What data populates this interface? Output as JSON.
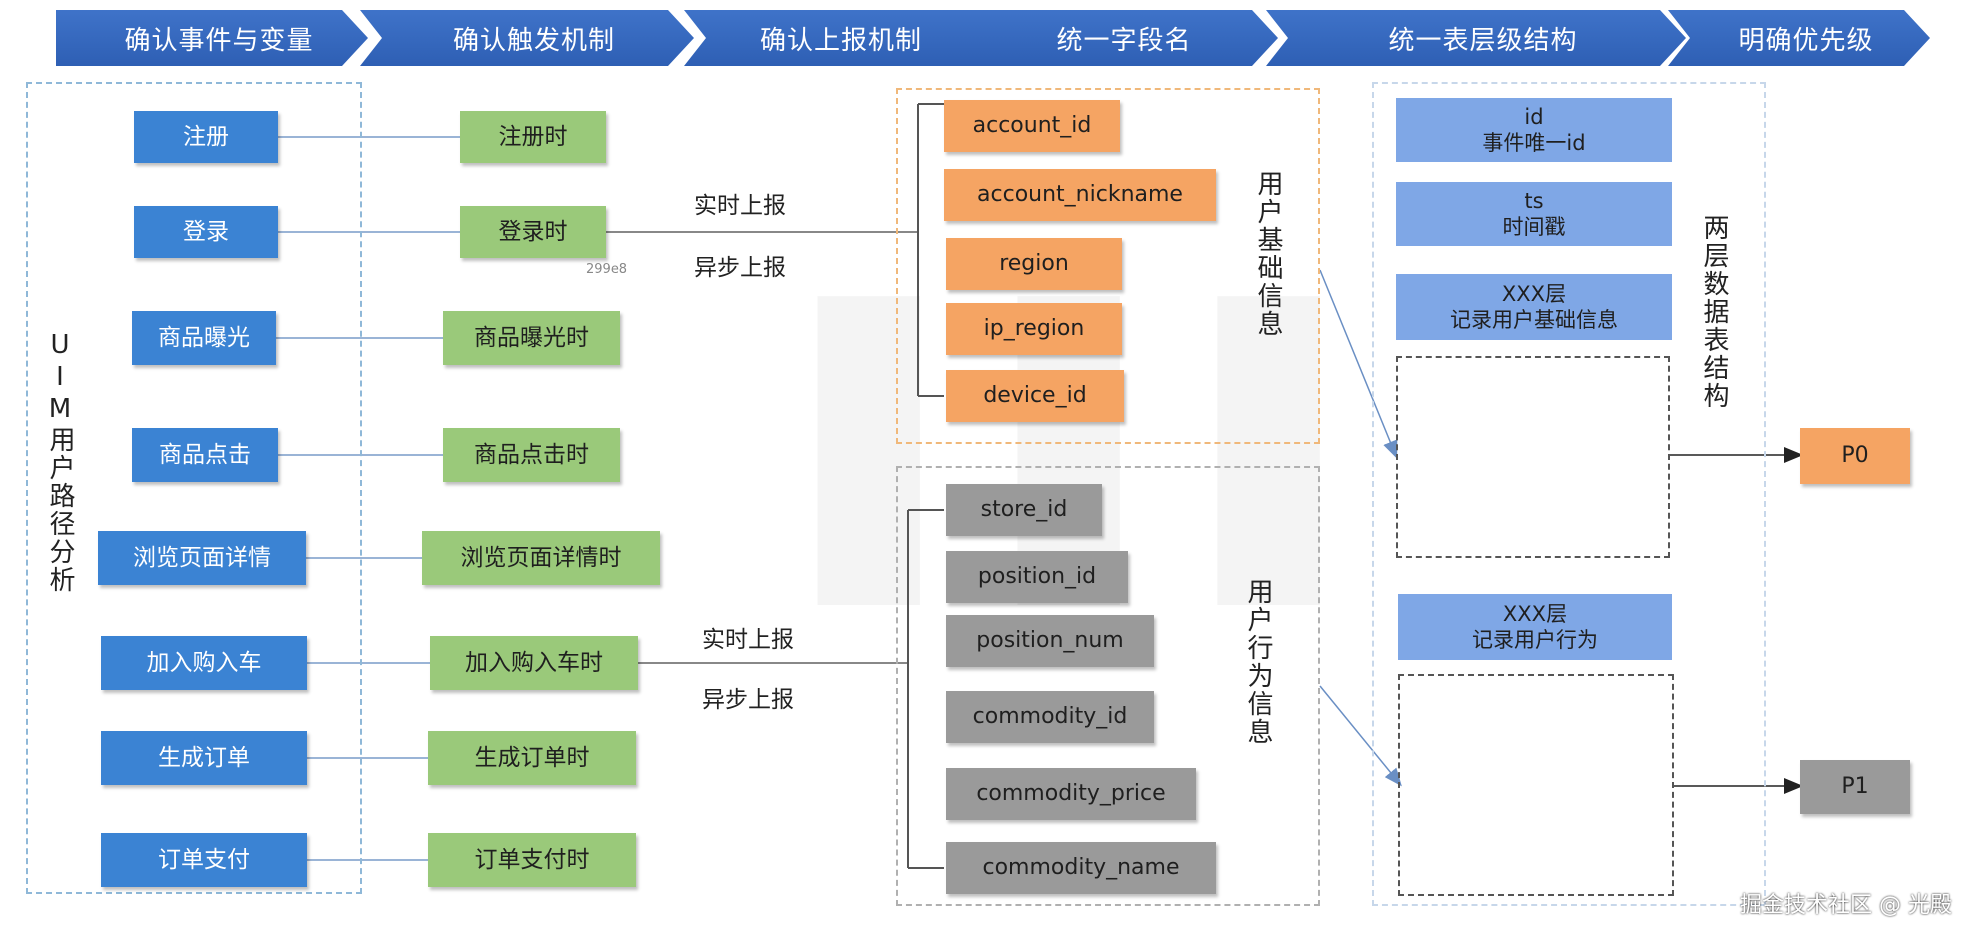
{
  "steps": [
    "确认事件与变量",
    "确认触发机制",
    "确认上报机制",
    "统一字段名",
    "统一表层级结构",
    "明确优先级"
  ],
  "uim_label": "UIM用户路径分析",
  "events": [
    "注册",
    "登录",
    "商品曝光",
    "商品点击",
    "浏览页面详情",
    "加入购入车",
    "生成订单",
    "订单支付"
  ],
  "triggers": [
    "注册时",
    "登录时",
    "商品曝光时",
    "商品点击时",
    "浏览页面详情时",
    "加入购入车时",
    "生成订单时",
    "订单支付时"
  ],
  "report_upper": {
    "realtime": "实时上报",
    "async": "异步上报"
  },
  "report_lower": {
    "realtime": "实时上报",
    "async": "异步上报"
  },
  "small_tag": "299e8",
  "user_basic": {
    "label": "用户基础信息",
    "fields": [
      "account_id",
      "account_nickname",
      "region",
      "ip_region",
      "device_id"
    ]
  },
  "user_behavior": {
    "label": "用户行为信息",
    "fields": [
      "store_id",
      "position_id",
      "position_num",
      "commodity_id",
      "commodity_price",
      "commodity_name"
    ]
  },
  "table_structure": {
    "label": "两层数据表结构",
    "blocks": [
      {
        "line1": "id",
        "line2": "事件唯一id"
      },
      {
        "line1": "ts",
        "line2": "时间戳"
      },
      {
        "line1": "XXX层",
        "line2": "记录用户基础信息"
      },
      {
        "line1": "XXX层",
        "line2": "记录用户行为"
      }
    ]
  },
  "priorities": [
    "P0",
    "P1"
  ],
  "credit": "掘金技术社区 @ 光殿",
  "colors": {
    "step": "#2e5fb4",
    "event": "#3b83d3",
    "trigger": "#9ac97a",
    "orange_field": "#f5a463",
    "gray_field": "#9a9a9a",
    "light_blue": "#7fa7e6",
    "line": "#9ab4d6"
  }
}
